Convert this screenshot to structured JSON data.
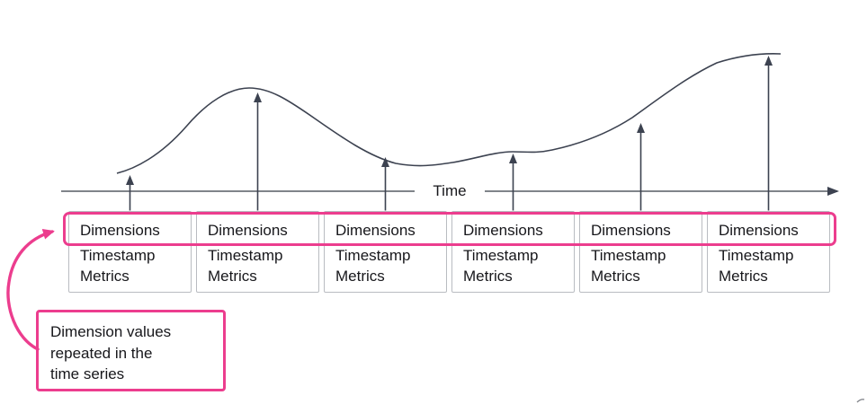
{
  "colors": {
    "accent_pink": "#EC3D8E",
    "stroke_dark": "#3C4250",
    "axis_gray": "#6E727A",
    "card_border": "#B9BCC1",
    "text": "#17171B"
  },
  "axis": {
    "label": "Time"
  },
  "cards": [
    {
      "rows": [
        "Dimensions",
        "Timestamp",
        "Metrics"
      ]
    },
    {
      "rows": [
        "Dimensions",
        "Timestamp",
        "Metrics"
      ]
    },
    {
      "rows": [
        "Dimensions",
        "Timestamp",
        "Metrics"
      ]
    },
    {
      "rows": [
        "Dimensions",
        "Timestamp",
        "Metrics"
      ]
    },
    {
      "rows": [
        "Dimensions",
        "Timestamp",
        "Metrics"
      ]
    },
    {
      "rows": [
        "Dimensions",
        "Timestamp",
        "Metrics"
      ]
    }
  ],
  "callout": {
    "lines": [
      "Dimension values",
      "repeated in the",
      "time series"
    ]
  }
}
